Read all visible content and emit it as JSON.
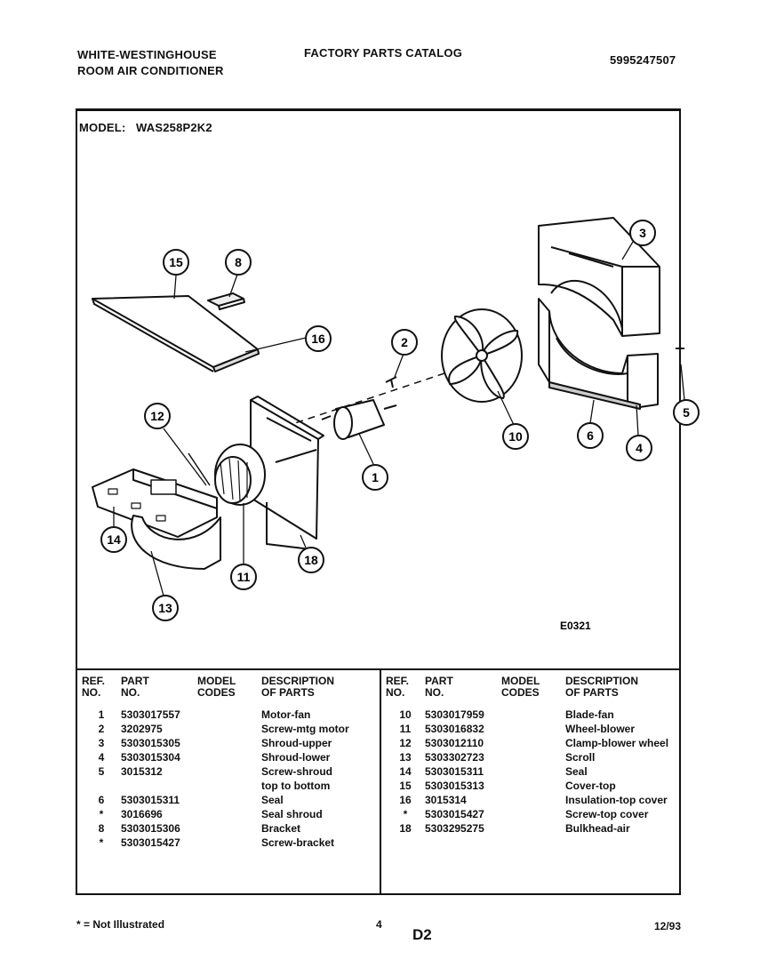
{
  "header": {
    "brand_line1": "WHITE-WESTINGHOUSE",
    "brand_line2": "ROOM AIR CONDITIONER",
    "catalog_title": "FACTORY PARTS CATALOG",
    "catalog_number": "5995247507"
  },
  "model": {
    "label": "MODEL:",
    "value": "WAS258P2K2"
  },
  "diagram": {
    "figure_code": "E0321",
    "callouts": [
      "15",
      "8",
      "16",
      "2",
      "3",
      "12",
      "1",
      "10",
      "6",
      "4",
      "5",
      "14",
      "11",
      "18",
      "13"
    ]
  },
  "table": {
    "headers": {
      "ref": [
        "REF.",
        "NO."
      ],
      "part": [
        "PART",
        "NO."
      ],
      "model": [
        "MODEL",
        "CODES"
      ],
      "desc": [
        "DESCRIPTION",
        "OF PARTS"
      ]
    },
    "left_rows": [
      {
        "ref": "1",
        "part": "5303017557",
        "model": "",
        "desc": "Motor-fan"
      },
      {
        "ref": "2",
        "part": "3202975",
        "model": "",
        "desc": "Screw-mtg motor"
      },
      {
        "ref": "3",
        "part": "5303015305",
        "model": "",
        "desc": "Shroud-upper"
      },
      {
        "ref": "4",
        "part": "5303015304",
        "model": "",
        "desc": "Shroud-lower"
      },
      {
        "ref": "5",
        "part": "3015312",
        "model": "",
        "desc": "Screw-shroud"
      },
      {
        "ref": "",
        "part": "",
        "model": "",
        "desc": "top to bottom"
      },
      {
        "ref": "6",
        "part": "5303015311",
        "model": "",
        "desc": "Seal"
      },
      {
        "ref": "*",
        "part": "3016696",
        "model": "",
        "desc": "Seal shroud"
      },
      {
        "ref": "8",
        "part": "5303015306",
        "model": "",
        "desc": "Bracket"
      },
      {
        "ref": "*",
        "part": "5303015427",
        "model": "",
        "desc": "Screw-bracket"
      }
    ],
    "right_rows": [
      {
        "ref": "10",
        "part": "5303017959",
        "model": "",
        "desc": "Blade-fan"
      },
      {
        "ref": "11",
        "part": "5303016832",
        "model": "",
        "desc": "Wheel-blower"
      },
      {
        "ref": "12",
        "part": "5303012110",
        "model": "",
        "desc": "Clamp-blower wheel"
      },
      {
        "ref": "13",
        "part": "5303302723",
        "model": "",
        "desc": "Scroll"
      },
      {
        "ref": "14",
        "part": "5303015311",
        "model": "",
        "desc": "Seal"
      },
      {
        "ref": "15",
        "part": "5303015313",
        "model": "",
        "desc": "Cover-top"
      },
      {
        "ref": "16",
        "part": "3015314",
        "model": "",
        "desc": "Insulation-top cover"
      },
      {
        "ref": "*",
        "part": "5303015427",
        "model": "",
        "desc": "Screw-top cover"
      },
      {
        "ref": "18",
        "part": "5303295275",
        "model": "",
        "desc": "Bulkhead-air"
      }
    ]
  },
  "footer": {
    "note": "* = Not Illustrated",
    "page_number": "4",
    "section": "D2",
    "date": "12/93"
  }
}
